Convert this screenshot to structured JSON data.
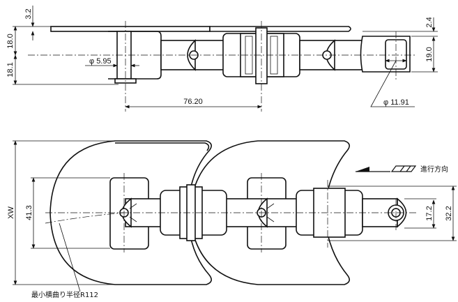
{
  "title": "Chain attachment drawing",
  "top_view": {
    "dim_plate_thickness": "3.2",
    "dim_upper_height": "18.0",
    "dim_lower_height": "18.1",
    "dim_pin_diameter": "φ 5.95",
    "dim_pitch": "76.20",
    "dim_right_offset": "2.4",
    "dim_link_height": "19.0",
    "dim_roller_diameter": "φ 11.91"
  },
  "plan_view": {
    "dim_width": "XW",
    "dim_pad_width": "41.3",
    "dim_link_width": "17.2",
    "dim_outer_width": "32.2",
    "bend_radius_note": "最小横曲り半径R112",
    "direction_label": "進行方向"
  }
}
